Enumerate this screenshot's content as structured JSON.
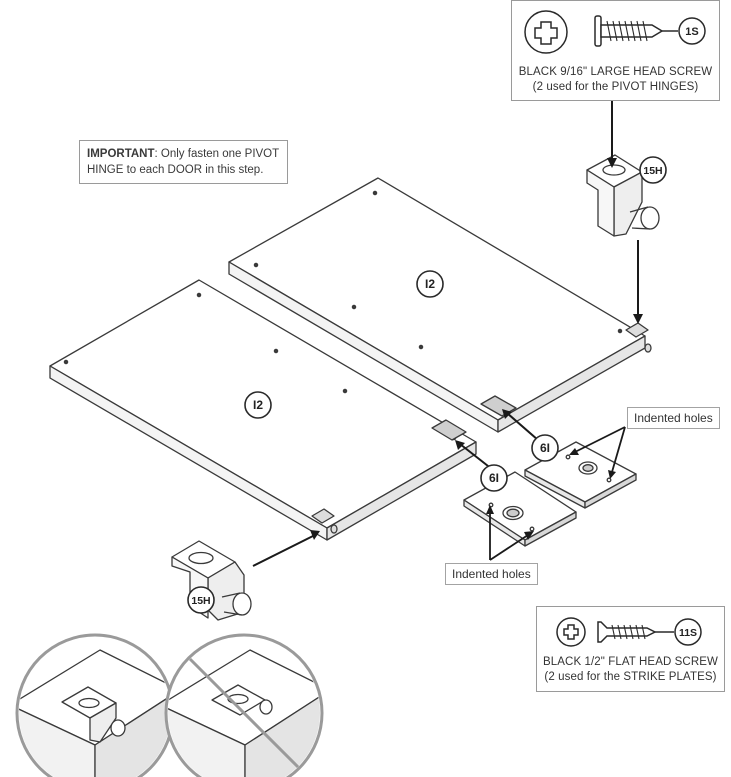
{
  "screw_large": {
    "code": "1S",
    "line1": "BLACK 9/16\" LARGE HEAD SCREW",
    "line2": "(2 used for the PIVOT HINGES)"
  },
  "screw_flat": {
    "code": "11S",
    "line1": "BLACK 1/2\" FLAT HEAD SCREW",
    "line2": "(2 used for the STRIKE PLATES)"
  },
  "note": {
    "bold": "IMPORTANT",
    "text": ": Only fasten one PIVOT HINGE to each DOOR in this step."
  },
  "parts": {
    "door_label": "I2",
    "hinge_label": "15H",
    "plate_label": "6I"
  },
  "callouts": {
    "indented_holes": "Indented holes"
  }
}
